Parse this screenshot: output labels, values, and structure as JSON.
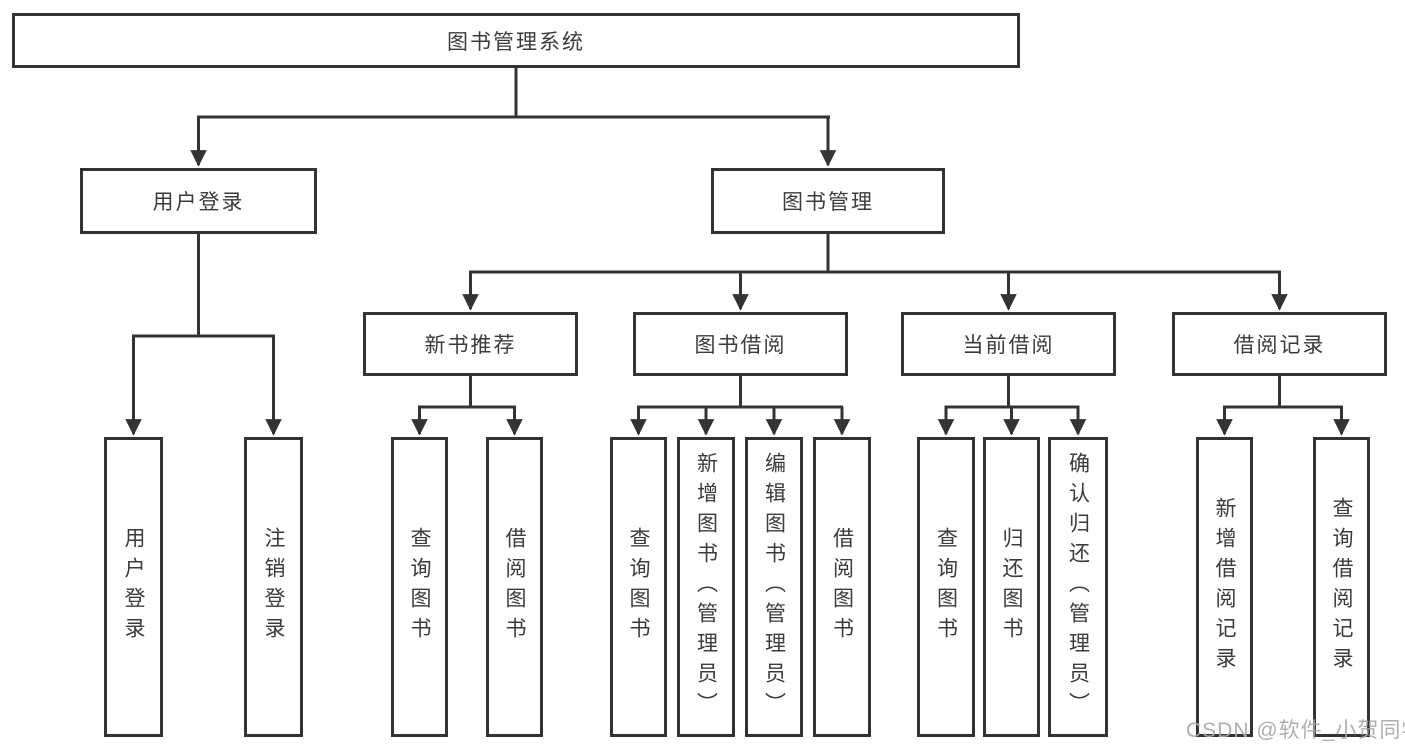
{
  "diagram": {
    "type": "hierarchy",
    "line_color": "#333333",
    "box_background": "#ffffff",
    "root": {
      "label": "图书管理系统"
    },
    "branches": [
      {
        "label": "用户登录",
        "leaves": [
          "用户登录",
          "注销登录"
        ]
      },
      {
        "label": "图书管理"
      }
    ],
    "sections": [
      {
        "label": "新书推荐",
        "leaves": [
          "查询图书",
          "借阅图书"
        ]
      },
      {
        "label": "图书借阅",
        "leaves": [
          "查询图书",
          "新增图书（管理员）",
          "编辑图书（管理员）",
          "借阅图书"
        ]
      },
      {
        "label": "当前借阅",
        "leaves": [
          "查询图书",
          "归还图书",
          "确认归还（管理员）"
        ]
      },
      {
        "label": "借阅记录",
        "leaves": [
          "新增借阅记录",
          "查询借阅记录"
        ]
      }
    ]
  },
  "watermark": "CSDN @软件_小贺同学"
}
